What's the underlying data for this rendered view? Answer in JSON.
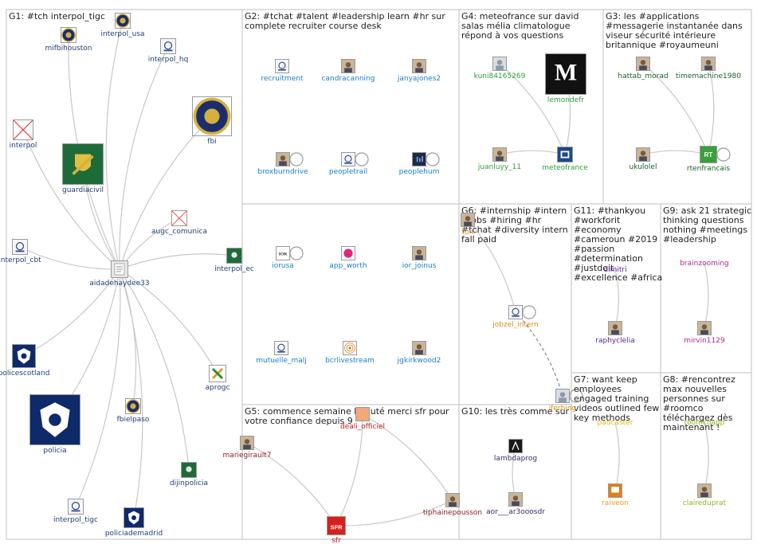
{
  "panels": [
    {
      "id": "G1",
      "title": "G1: #tch interpol_tigc"
    },
    {
      "id": "G2",
      "title": "G2: #tchat #talent #leadership learn #hr sur complete recruiter course desk"
    },
    {
      "id": "G4",
      "title": "G4: meteofrance sur david salas mélia climatologue répond à vos questions"
    },
    {
      "id": "G3",
      "title": "G3: les #applications #messagerie instantanée dans viseur sécurité intérieure britannique #royaumeuni"
    },
    {
      "id": "G6",
      "title": "G6: #internship #intern #jobs #hiring #hr #tchat #diversity intern fall paid"
    },
    {
      "id": "G11",
      "title": "G11: #thankyou #workforit #economy #cameroun #2019 #passion #determination #justdoit #excellence #africa"
    },
    {
      "id": "G9",
      "title": "G9: ask 21 strategic thinking questions nothing #meetings #leadership"
    },
    {
      "id": "G5",
      "title": "G5: commence semaine beauté merci sfr pour votre confiance depuis 9"
    },
    {
      "id": "G10",
      "title": "G10: les très comme sur"
    },
    {
      "id": "G7",
      "title": "G7: want keep employees engaged training videos outlined few key methods"
    },
    {
      "id": "G8",
      "title": "G8: #rencontrez max nouvelles personnes sur #roomco téléchargez dès maintenant !"
    }
  ],
  "nodes": [
    {
      "id": "tigc",
      "label": "#tch interpol_tigc",
      "hidden_label": true
    },
    {
      "id": "interpol_usa",
      "label": "interpol_usa",
      "color": "#1f3f7a",
      "icon": "seal"
    },
    {
      "id": "mifbihouston",
      "label": "mifbihouston",
      "color": "#1f3f7a",
      "icon": "seal"
    },
    {
      "id": "interpol_hq",
      "label": "interpol_hq",
      "color": "#1f3f7a",
      "icon": "logo"
    },
    {
      "id": "fbi",
      "label": "fbi",
      "color": "#1f3f7a",
      "icon": "seal"
    },
    {
      "id": "interpol",
      "label": "interpol",
      "color": "#1f3f7a",
      "icon": "missing"
    },
    {
      "id": "guardiacivil",
      "label": "guardiacivil",
      "color": "#1f3f7a",
      "icon": "crest"
    },
    {
      "id": "augc_comunica",
      "label": "augc_comunica",
      "color": "#1f3f7a",
      "icon": "missing"
    },
    {
      "id": "interpol_cbt",
      "label": "interpol_cbt",
      "color": "#1f3f7a",
      "icon": "logo"
    },
    {
      "id": "aidadehaydee33",
      "label": "aidadehaydee33",
      "color": "#1f3f7a",
      "icon": "doc"
    },
    {
      "id": "interpol_ec",
      "label": "interpol_ec",
      "color": "#1f3f7a",
      "icon": "green"
    },
    {
      "id": "policescotland",
      "label": "policescotland",
      "color": "#1f3f7a",
      "icon": "badge"
    },
    {
      "id": "aprogc",
      "label": "aprogc",
      "color": "#1f3f7a",
      "icon": "cross"
    },
    {
      "id": "fbielpaso",
      "label": "fbielpaso",
      "color": "#1f3f7a",
      "icon": "seal"
    },
    {
      "id": "policia",
      "label": "policia",
      "color": "#1f3f7a",
      "icon": "badge"
    },
    {
      "id": "dijinpolicia",
      "label": "dijinpolicia",
      "color": "#1f3f7a",
      "icon": "green"
    },
    {
      "id": "interpol_tigc",
      "label": "interpol_tigc",
      "color": "#1f3f7a",
      "icon": "logo"
    },
    {
      "id": "policiademadrid",
      "label": "policiademadrid",
      "color": "#1f3f7a",
      "icon": "badge"
    },
    {
      "id": "recruitment",
      "label": "recruitment",
      "color": "#1b7fc4",
      "icon": "logo"
    },
    {
      "id": "candracanning",
      "label": "candracanning",
      "color": "#1b7fc4",
      "icon": "person"
    },
    {
      "id": "janyajones2",
      "label": "janyajones2",
      "color": "#1b7fc4",
      "icon": "person"
    },
    {
      "id": "broxburndrive",
      "label": "broxburndrive",
      "color": "#1b7fc4",
      "icon": "person"
    },
    {
      "id": "peopletrail",
      "label": "peopletrail",
      "color": "#1b7fc4",
      "icon": "logo"
    },
    {
      "id": "peoplehum",
      "label": "peoplehum",
      "color": "#1b7fc4",
      "icon": "dark"
    },
    {
      "id": "iorusa",
      "label": "iorusa",
      "color": "#1b7fc4",
      "icon": "ior"
    },
    {
      "id": "app_worth",
      "label": "app_worth",
      "color": "#1b7fc4",
      "icon": "pink"
    },
    {
      "id": "ior_joinus",
      "label": "ior_joinus",
      "color": "#1b7fc4",
      "icon": "person"
    },
    {
      "id": "mutuelle_malj",
      "label": "mutuelle_malj",
      "color": "#1b7fc4",
      "icon": "logo"
    },
    {
      "id": "bcrlivestream",
      "label": "bcrlivestream",
      "color": "#1b7fc4",
      "icon": "radio"
    },
    {
      "id": "jgkirkwood2",
      "label": "jgkirkwood2",
      "color": "#1b7fc4",
      "icon": "person"
    },
    {
      "id": "kuni84165269",
      "label": "kuni84165269",
      "color": "#2e9e3a",
      "icon": "default"
    },
    {
      "id": "lemondefr",
      "label": "lemondefr",
      "color": "#2e9e3a",
      "icon": "lemonde"
    },
    {
      "id": "juanluyy_11",
      "label": "juanluyy_11",
      "color": "#2e9e3a",
      "icon": "person"
    },
    {
      "id": "meteofrance",
      "label": "meteofrance",
      "color": "#2e9e3a",
      "icon": "meteo"
    },
    {
      "id": "hattab_morad",
      "label": "hattab_morad",
      "color": "#1d5e2a",
      "icon": "person"
    },
    {
      "id": "timemachine1980",
      "label": "timemachine1980",
      "color": "#1d5e2a",
      "icon": "person"
    },
    {
      "id": "ukulolel",
      "label": "ukulolel",
      "color": "#1d5e2a",
      "icon": "person"
    },
    {
      "id": "rtenfrancais",
      "label": "rtenfrancais",
      "color": "#1d5e2a",
      "icon": "rt"
    },
    {
      "id": "tonks",
      "label": "ton",
      "color": "#d98a1a",
      "icon": "person"
    },
    {
      "id": "jobzel_intern",
      "label": "jobzel_intern",
      "color": "#d98a1a",
      "icon": "logo"
    },
    {
      "id": "g6b",
      "label": "iferbing",
      "color": "#d98a1a",
      "icon": "default"
    },
    {
      "id": "raphyclelia",
      "label": "raphyclelia",
      "color": "#5a1f8a",
      "icon": "person"
    },
    {
      "id": "g11b",
      "label": "dimitri",
      "color": "#5a1f8a",
      "icon": "person"
    },
    {
      "id": "brainzooming",
      "label": "brainzooming",
      "color": "#b02a8e",
      "icon": "person"
    },
    {
      "id": "mirvin1129",
      "label": "mirvin1129",
      "color": "#b02a8e",
      "icon": "person"
    },
    {
      "id": "deali_officiel",
      "label": "deali_officiel",
      "color": "#c41a1a",
      "icon": "orange"
    },
    {
      "id": "mariegirault7",
      "label": "mariegirault7",
      "color": "#8a1a1a",
      "icon": "person"
    },
    {
      "id": "sfr",
      "label": "sfr",
      "color": "#c41a1a",
      "icon": "sfr"
    },
    {
      "id": "tiphainepousson",
      "label": "tiphainepousson",
      "color": "#8a1a1a",
      "icon": "person"
    },
    {
      "id": "lambdaprog",
      "label": "lambdaprog",
      "color": "#3a2a6a",
      "icon": "lambda"
    },
    {
      "id": "aor_ar3ooosdr",
      "label": "aor___ar3ooosdr",
      "color": "#3a2a6a",
      "icon": "person"
    },
    {
      "id": "padcaster",
      "label": "padcaster",
      "color": "#e0b818",
      "icon": "logo"
    },
    {
      "id": "raiveon",
      "label": "raiveon",
      "color": "#e0a018",
      "icon": "orangeframe"
    },
    {
      "id": "roomcoapp",
      "label": "roomcoapp",
      "color": "#8ab818",
      "icon": "logo"
    },
    {
      "id": "claireduprat",
      "label": "claireduprat",
      "color": "#8ab818",
      "icon": "person"
    }
  ],
  "edges": [
    {
      "from": "aidadehaydee33",
      "to": "interpol_usa"
    },
    {
      "from": "aidadehaydee33",
      "to": "mifbihouston"
    },
    {
      "from": "aidadehaydee33",
      "to": "interpol_hq"
    },
    {
      "from": "aidadehaydee33",
      "to": "fbi"
    },
    {
      "from": "aidadehaydee33",
      "to": "interpol"
    },
    {
      "from": "aidadehaydee33",
      "to": "guardiacivil"
    },
    {
      "from": "aidadehaydee33",
      "to": "augc_comunica"
    },
    {
      "from": "aidadehaydee33",
      "to": "interpol_cbt"
    },
    {
      "from": "aidadehaydee33",
      "to": "interpol_ec"
    },
    {
      "from": "aidadehaydee33",
      "to": "policescotland"
    },
    {
      "from": "aidadehaydee33",
      "to": "aprogc"
    },
    {
      "from": "aidadehaydee33",
      "to": "fbielpaso"
    },
    {
      "from": "aidadehaydee33",
      "to": "policia"
    },
    {
      "from": "aidadehaydee33",
      "to": "dijinpolicia"
    },
    {
      "from": "aidadehaydee33",
      "to": "interpol_tigc"
    },
    {
      "from": "aidadehaydee33",
      "to": "policiademadrid"
    },
    {
      "from": "kuni84165269",
      "to": "meteofrance"
    },
    {
      "from": "lemondefr",
      "to": "meteofrance"
    },
    {
      "from": "juanluyy_11",
      "to": "meteofrance"
    },
    {
      "from": "hattab_morad",
      "to": "rtenfrancais"
    },
    {
      "from": "timemachine1980",
      "to": "rtenfrancais"
    },
    {
      "from": "ukulolel",
      "to": "rtenfrancais"
    },
    {
      "from": "tonks",
      "to": "jobzel_intern"
    },
    {
      "from": "jobzel_intern",
      "to": "g6b",
      "dashed": true
    },
    {
      "from": "g11b",
      "to": "raphyclelia"
    },
    {
      "from": "brainzooming",
      "to": "mirvin1129"
    },
    {
      "from": "deali_officiel",
      "to": "sfr"
    },
    {
      "from": "mariegirault7",
      "to": "sfr"
    },
    {
      "from": "deali_officiel",
      "to": "tiphainepousson"
    },
    {
      "from": "tiphainepousson",
      "to": "sfr"
    },
    {
      "from": "aor_ar3ooosdr",
      "to": "lambdaprog"
    },
    {
      "from": "padcaster",
      "to": "raiveon"
    },
    {
      "from": "roomcoapp",
      "to": "claireduprat"
    }
  ],
  "self_loops": [
    "broxburndrive",
    "peopletrail",
    "peoplehum",
    "iorusa",
    "rtenfrancais",
    "jobzel_intern",
    "g6b"
  ]
}
